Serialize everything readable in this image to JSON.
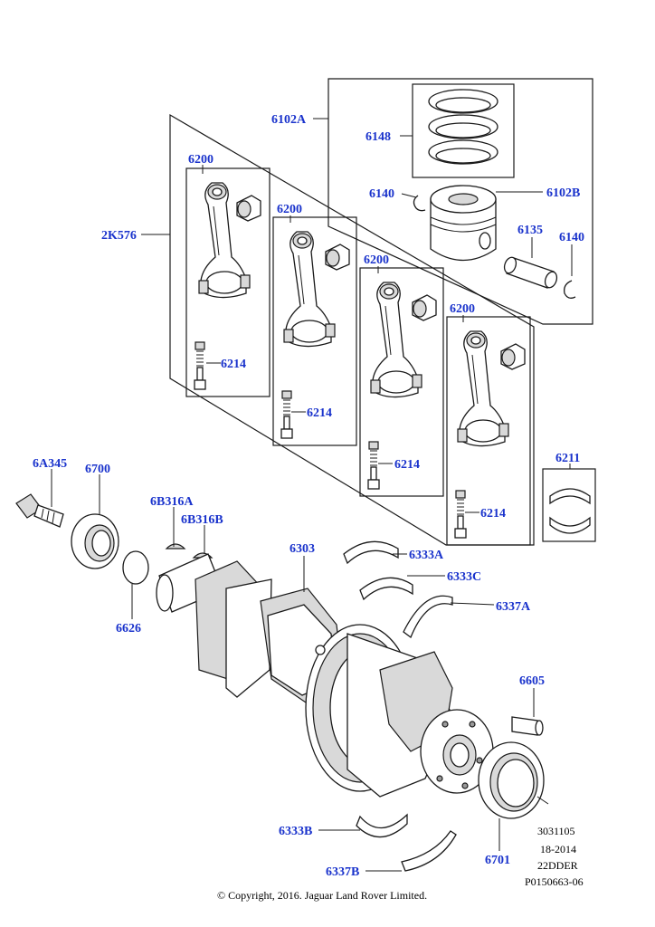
{
  "colors": {
    "label": "#1a33cc",
    "line": "#1a1a1a",
    "shade": "#d9d9d9",
    "background": "#ffffff"
  },
  "labels": {
    "l6102A": "6102A",
    "l6148": "6148",
    "l6140a": "6140",
    "l6102B": "6102B",
    "l6135": "6135",
    "l6140b": "6140",
    "l2K576": "2K576",
    "l6200a": "6200",
    "l6200b": "6200",
    "l6200c": "6200",
    "l6200d": "6200",
    "l6214a": "6214",
    "l6214b": "6214",
    "l6214c": "6214",
    "l6214d": "6214",
    "l6211": "6211",
    "l6A345": "6A345",
    "l6700": "6700",
    "l6B316A": "6B316A",
    "l6B316B": "6B316B",
    "l6303": "6303",
    "l6333A": "6333A",
    "l6333C": "6333C",
    "l6337A": "6337A",
    "l6626": "6626",
    "l6605": "6605",
    "l6333B": "6333B",
    "l6701": "6701",
    "l6337B": "6337B"
  },
  "meta": {
    "line1": "3031105",
    "line2": "18-2014",
    "line3": "22DDER",
    "line4": "P0150663-06"
  },
  "copyright": "© Copyright, 2016. Jaguar Land Rover Limited."
}
